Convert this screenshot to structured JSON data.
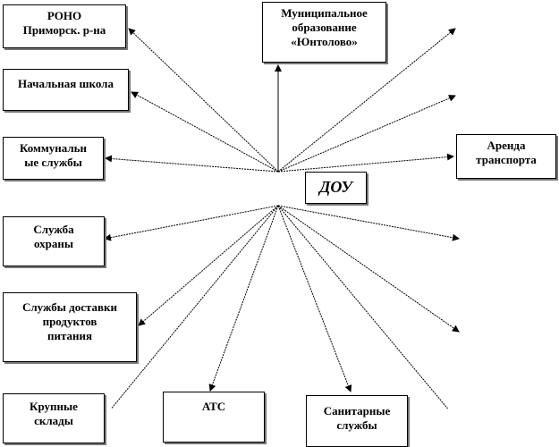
{
  "center": {
    "label": "ДОУ"
  },
  "nodes": {
    "rono": [
      "РОНО",
      "Приморск. р-на"
    ],
    "school": [
      "Начальная школа"
    ],
    "communal": [
      "Коммунальн",
      "ые службы"
    ],
    "security": [
      "Служба",
      "охраны"
    ],
    "delivery": [
      "Службы доставки",
      "продуктов",
      "питания"
    ],
    "warehouses": [
      "Крупные",
      "склады"
    ],
    "ats": [
      "АТС"
    ],
    "sanitary": [
      "Санитарные",
      "службы"
    ],
    "municipal": [
      "Муниципальное",
      "образование",
      "«Юнтолово»"
    ],
    "transport": [
      "Аренда",
      "транспорта"
    ]
  }
}
